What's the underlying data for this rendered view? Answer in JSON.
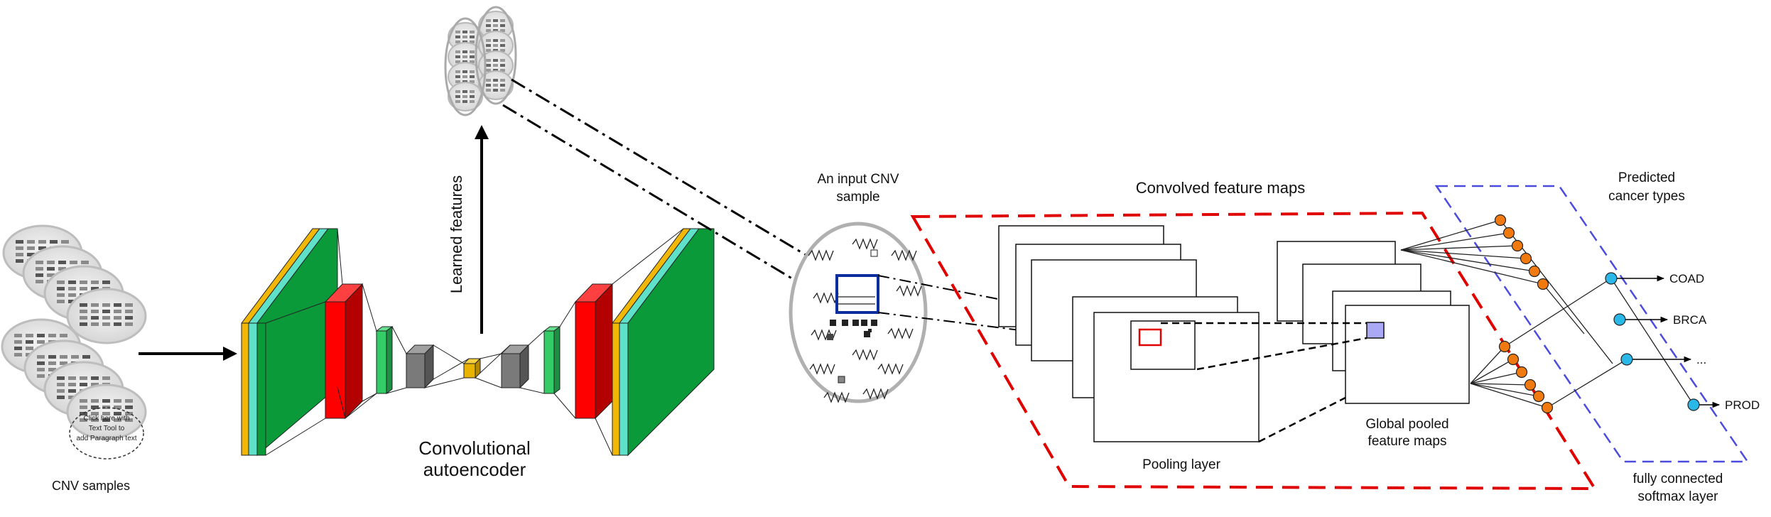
{
  "labels": {
    "cnv_samples": "CNV samples",
    "autoencoder_line1": "Convolutional",
    "autoencoder_line2": "autoencoder",
    "learned_features": "Learned features",
    "input_sample_line1": "An input CNV",
    "input_sample_line2": "sample",
    "convolved_maps": "Convolved feature maps",
    "pooling_layer": "Pooling layer",
    "global_pooled_line1": "Global pooled",
    "global_pooled_line2": "feature maps",
    "predicted_line1": "Predicted",
    "predicted_line2": "cancer types",
    "fc_line1": "fully connected",
    "fc_line2": "softmax layer",
    "tooltip_line1": "Click here with",
    "tooltip_line2": "Text Tool to",
    "tooltip_line3": "add Paragraph text"
  },
  "output_classes": [
    "COAD",
    "BRCA",
    "...",
    "PROD"
  ],
  "colors": {
    "encoder_yellow": "#F2B705",
    "encoder_cyan": "#5FE0C8",
    "encoder_green": "#0A9A3A",
    "conv_red": "#FF0000",
    "small_green": "#33CC66",
    "cube_gray": "#7A7A7A",
    "bottleneck_gold": "#E8B400",
    "input_box_blue": "#0B2E9E",
    "pool_mark_red": "#E00000",
    "pool_mark_purple": "#A9A9F5",
    "dashed_red": "#E00000",
    "dashed_blue": "#4B4BE0",
    "node_orange": "#F07A10",
    "node_cyan": "#29B8E8"
  }
}
